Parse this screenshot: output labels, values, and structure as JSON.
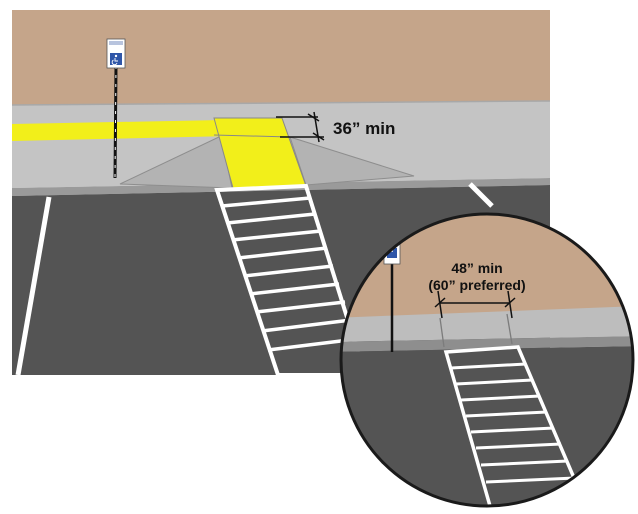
{
  "main_view": {
    "ramp_width_label": "36” min"
  },
  "inset_view": {
    "landing_width_label_line1": "48” min",
    "landing_width_label_line2": "(60” preferred)"
  },
  "sign": {
    "icon": "wheelchair-accessible-icon",
    "sign_color": "#2f56a8"
  },
  "colors": {
    "building": "#c5a58a",
    "sidewalk": "#c4c4c4",
    "curb": "#9a9a9a",
    "asphalt": "#545454",
    "stripe": "#ffffff",
    "tactile": "#f2ef1a"
  }
}
